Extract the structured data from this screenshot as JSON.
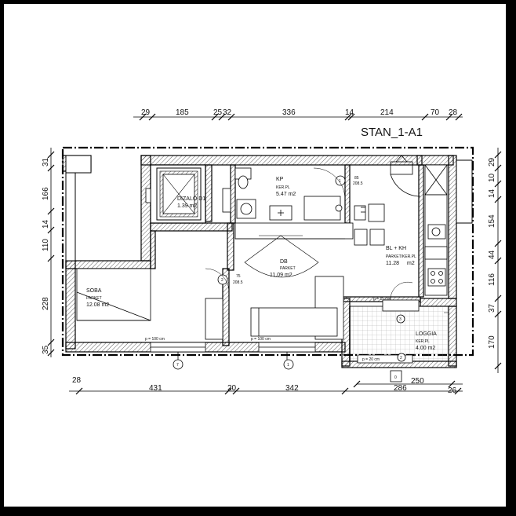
{
  "title": "STAN_1-A1",
  "dims_top": [
    "29",
    "185",
    "25",
    "32",
    "336",
    "14",
    "214",
    "70",
    "28"
  ],
  "dims_bottom_upper": [
    "28",
    "431",
    "20",
    "342",
    "250"
  ],
  "dims_bottom_lower": [
    "286",
    "26"
  ],
  "dims_left": [
    "31",
    "166",
    "14",
    "110",
    "228",
    "35"
  ],
  "dims_right": [
    "29",
    "10",
    "14",
    "154",
    "44",
    "116",
    "37",
    "170"
  ],
  "rooms": {
    "dizalo": {
      "name": "DIZALO D1",
      "area": "1.39 m2"
    },
    "kp": {
      "name": "KP",
      "floor": "KER.PL",
      "area": "5.47 m2"
    },
    "db": {
      "name": "DB",
      "floor": "PARKET",
      "area": "11.09 m2"
    },
    "soba": {
      "name": "SOBA",
      "floor": "PARKET",
      "area": "12.08 m2"
    },
    "blkh": {
      "name": "BL + KH",
      "floor": "PARKET/KER.PL",
      "area": "11.28",
      "unit": "m2"
    },
    "loggia": {
      "name": "LOGGIA",
      "floor": "KER.PL",
      "area": "4.00 m2"
    }
  },
  "door_tags": {
    "d1": {
      "num": "1",
      "w": "85",
      "h": "208.5"
    },
    "d2": {
      "num": "2",
      "w": "75",
      "h": "208.5"
    }
  },
  "windows": {
    "w1": {
      "num": "7",
      "sill": "p = 100 cm"
    },
    "w2": {
      "num": "1",
      "sill": "p = 100 cm"
    },
    "w3": {
      "num": "3",
      "sill": "p = 15 cm"
    },
    "w4": {
      "num": "2",
      "sill": "p = 20 cm"
    }
  },
  "misc_zero": "0"
}
